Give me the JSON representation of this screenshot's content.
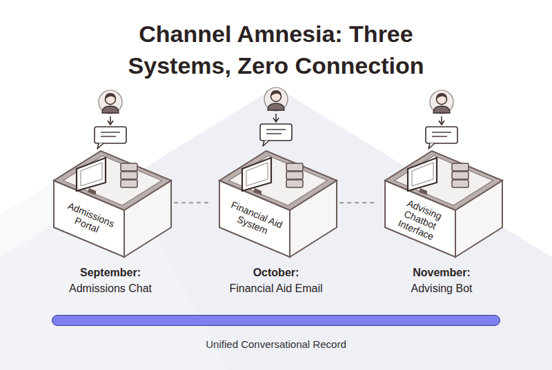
{
  "diagram": {
    "title": "Channel Amnesia: Three Systems, Zero Connection",
    "nodes": [
      {
        "text": [
          "Admissions Portal"
        ]
      },
      {
        "text": [
          "Financial Aid System"
        ]
      },
      {
        "text": [
          "Advising Chatbot Interface"
        ]
      },
      {
        "text": [
          "Unified Conversational Record"
        ]
      }
    ],
    "edges": [
      {
        "from": 0,
        "to": 1,
        "arrow": "none"
      },
      {
        "from": 1,
        "to": 2,
        "arrow": "none"
      }
    ],
    "labels": [
      "September:",
      "Admissions Chat",
      "October:",
      "Financial Aid Email",
      "November:",
      "Advising Bot"
    ]
  }
}
